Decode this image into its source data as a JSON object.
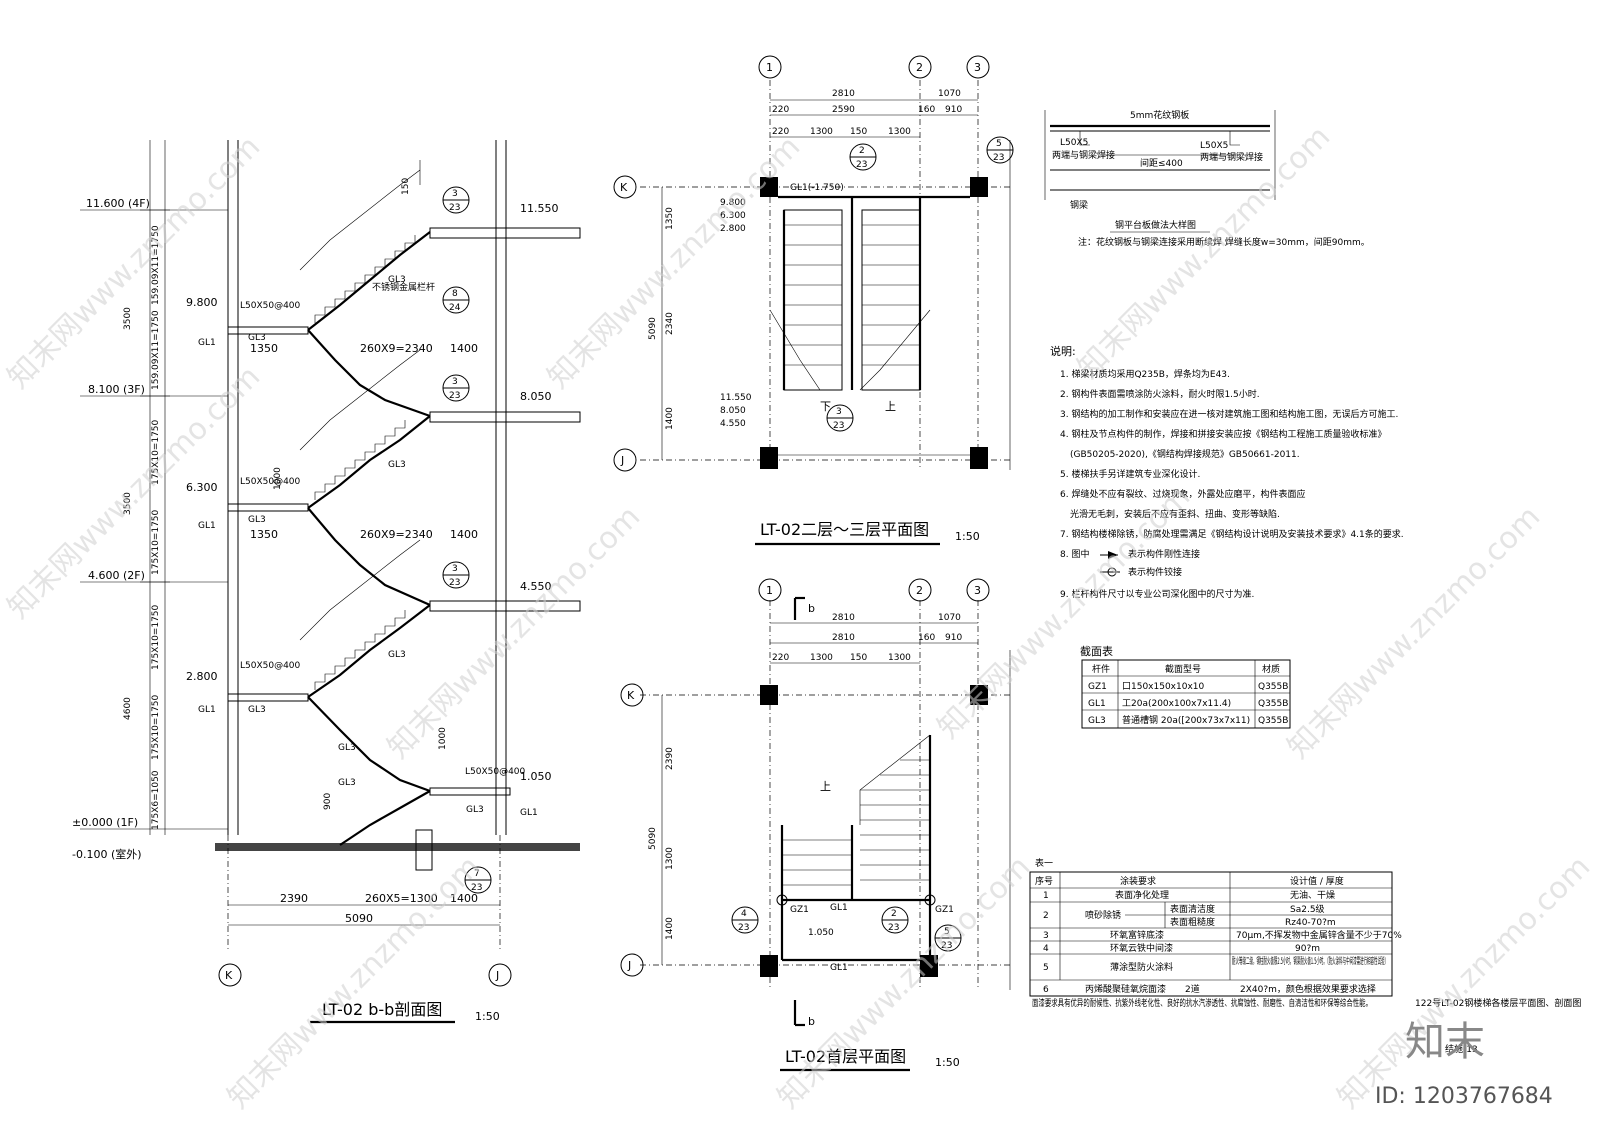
{
  "section": {
    "title": "LT-02 b-b剖面图",
    "scale": "1:50",
    "levels": [
      "11.600 (4F)",
      "8.100 (3F)",
      "4.600 (2F)",
      "±0.000 (1F)",
      "-0.100 (室外)"
    ],
    "landing_levels": [
      "9.800",
      "6.300",
      "2.800"
    ],
    "right_levels": [
      "11.550",
      "8.050",
      "4.550",
      "1.050"
    ],
    "vertical_dims": [
      "3500",
      "3500",
      "4600",
      "159.09X11=1750",
      "159.09X11=1750",
      "175X10=1750",
      "175X10=1750",
      "175X10=1750",
      "175X10=1750",
      "175X6=1050",
      "150",
      "1000",
      "1000",
      "900"
    ],
    "horizontal_dims": [
      "1350",
      "260X9=2340",
      "1400",
      "1350",
      "260X9=2340",
      "1400",
      "2390",
      "260X5=1300",
      "1400",
      "5090"
    ],
    "member_labels": [
      "GL1",
      "GL3",
      "L50X50@400",
      "不锈钢金属栏杆"
    ],
    "callouts": [
      {
        "top": "3",
        "bottom": "23"
      },
      {
        "top": "8",
        "bottom": "24"
      },
      {
        "top": "3",
        "bottom": "23"
      },
      {
        "top": "3",
        "bottom": "23"
      },
      {
        "top": "7",
        "bottom": "23"
      }
    ],
    "axes": [
      "K",
      "J"
    ]
  },
  "plan_upper": {
    "title": "LT-02二层～三层平面图",
    "scale": "1:50",
    "axes": [
      "1",
      "2",
      "3",
      "K",
      "J"
    ],
    "top_dims": [
      "2810",
      "1070",
      "220",
      "2590",
      "160",
      "910",
      "220",
      "1300",
      "150",
      "1300"
    ],
    "side_dims": [
      "1350",
      "2340",
      "1400",
      "5090"
    ],
    "levels": [
      "9.800",
      "6.300",
      "2.800",
      "11.550",
      "8.050",
      "4.550"
    ],
    "labels": [
      "GL1(-1.750)",
      "下",
      "上"
    ],
    "callouts": [
      {
        "top": "2",
        "bottom": "23"
      },
      {
        "top": "5",
        "bottom": "23"
      },
      {
        "top": "3",
        "bottom": "23"
      }
    ]
  },
  "plan_ground": {
    "title": "LT-02首层平面图",
    "scale": "1:50",
    "axes": [
      "1",
      "2",
      "3",
      "K",
      "J"
    ],
    "section_mark": "b",
    "top_dims": [
      "2810",
      "1070",
      "2810",
      "220",
      "1300",
      "150",
      "1300",
      "160",
      "910"
    ],
    "side_dims": [
      "2390",
      "1300",
      "1400",
      "5090"
    ],
    "labels": [
      "上",
      "GZ1",
      "GZ1",
      "GL1",
      "GL1",
      "1.050"
    ],
    "callouts": [
      {
        "top": "4",
        "bottom": "23"
      },
      {
        "top": "2",
        "bottom": "23"
      },
      {
        "top": "5",
        "bottom": "23"
      }
    ]
  },
  "detail": {
    "top_label": "5mm花纹钢板",
    "labels": [
      "L50X5",
      "L50X5",
      "两端与钢梁焊接",
      "两端与钢梁焊接",
      "间距≤400",
      "钢梁"
    ],
    "caption": "钢平台板做法大样图",
    "note": "注：花纹钢板与钢梁连接采用断续焊 焊缝长度w=30mm，间距90mm。"
  },
  "notes": {
    "heading": "说明:",
    "items": [
      "1. 梯梁材质均采用Q235B，焊条均为E43.",
      "2. 钢构件表面需喷涂防火涂料，耐火时限1.5小时.",
      "3. 钢结构的加工制作和安装应在进一核对建筑施工图和结构施工图，无误后方可施工.",
      "4. 钢柱及节点构件的制作，焊接和拼接安装应按《钢结构工程施工质量验收标准》",
      "(GB50205-2020),《钢结构焊接规范》GB50661-2011.",
      "5. 楼梯扶手另详建筑专业深化设计.",
      "6. 焊缝处不应有裂纹、过烧现象，外露处应磨平，构件表面应",
      "光滑无毛刺，安装后不应有歪斜、扭曲、变形等缺陷.",
      "7. 钢结构楼梯除锈，防腐处理需满足《钢结构设计说明及安装技术要求》4.1条的要求.",
      "8. 图中",
      "表示构件刚性连接",
      "表示构件铰接",
      "9. 栏杆构件尺寸以专业公司深化图中的尺寸为准."
    ]
  },
  "section_table": {
    "title": "截面表",
    "headers": [
      "杆件",
      "截面型号",
      "材质"
    ],
    "rows": [
      [
        "GZ1",
        "口150x150x10x10",
        "Q355B"
      ],
      [
        "GL1",
        "工20a(200x100x7x11.4)",
        "Q355B"
      ],
      [
        "GL3",
        "普通槽钢 20a([200x73x7x11)",
        "Q355B"
      ]
    ]
  },
  "coating_table": {
    "caption": "表一",
    "headers": [
      "序号",
      "涂装要求",
      "设计值 / 厚度"
    ],
    "rows": [
      [
        "1",
        "表面净化处理",
        "",
        "无油、干燥"
      ],
      [
        "2",
        "喷砂除锈",
        "表面清洁度",
        "Sa2.5级"
      ],
      [
        "",
        "",
        "表面粗糙度",
        "Rz40-70?m"
      ],
      [
        "3",
        "环氧富锌底漆",
        "",
        "70μm,不挥发物中金属锌含量不少于70%"
      ],
      [
        "4",
        "环氧云铁中间漆",
        "",
        "90?m"
      ],
      [
        "5",
        "薄涂型防火涂料",
        "",
        "耐火等级二级，钢柱耐火极限2.5小时，钢梁耐火极1.5小时。（防火涂料与中间漆需进行相容性试验）"
      ],
      [
        "6",
        "丙烯酸聚硅氧烷面漆",
        "2道",
        "2X40?m，颜色根据效果要求选择"
      ]
    ],
    "footer": "面漆要求具有优异的耐候性、抗紫外线老化性、良好的抗水汽渗透性、抗腐蚀性、耐磨性、自清洁性和环保等综合性能。"
  },
  "title_block": {
    "drawing_title": "122号LT-02钢楼梯各楼层平面图、剖面图",
    "drawing_no": "结施-13"
  },
  "watermark": {
    "text": "知末网www.znzmo.com",
    "logo": "知末",
    "id": "ID: 1203767684"
  }
}
